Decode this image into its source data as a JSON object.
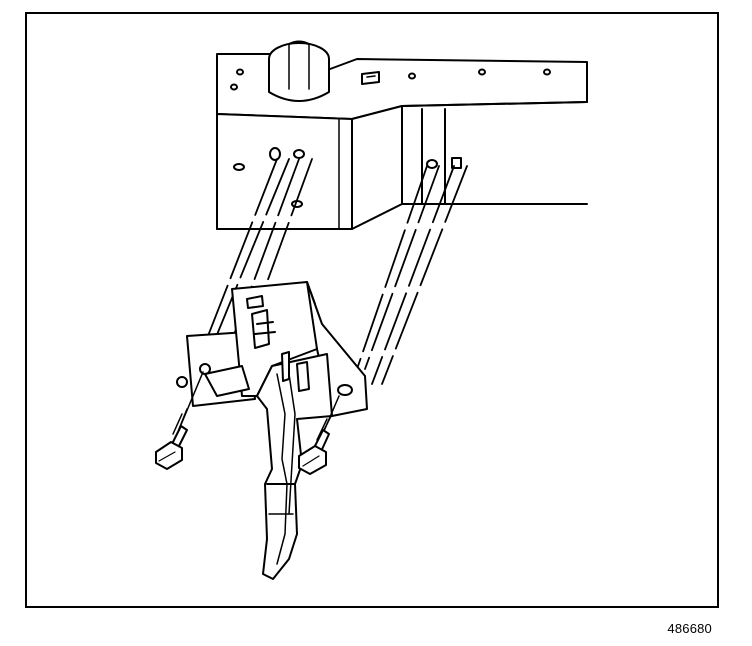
{
  "figure": {
    "reference_number": "486680",
    "line_color": "#000000",
    "background_color": "#ffffff"
  },
  "parts": [
    {
      "name": "frame-rail",
      "icon": "frame-crossmember-drawing"
    },
    {
      "name": "bracket",
      "icon": "mounting-bracket-drawing"
    },
    {
      "name": "bolt-left",
      "icon": "hex-bolt-drawing"
    },
    {
      "name": "bolt-right",
      "icon": "hex-bolt-drawing"
    }
  ]
}
